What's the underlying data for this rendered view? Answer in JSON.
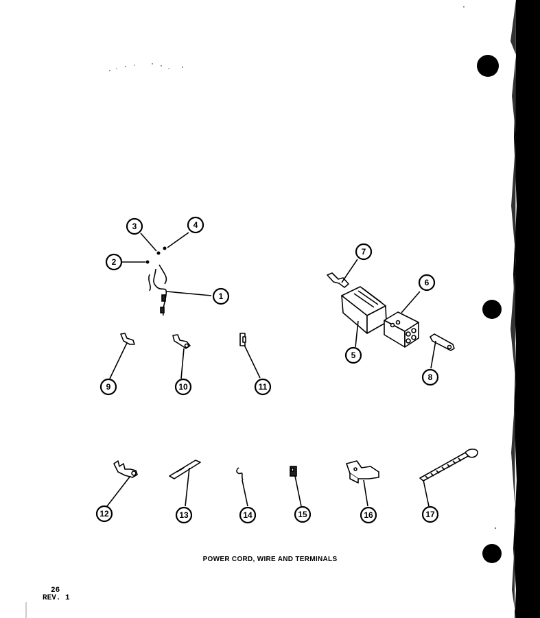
{
  "caption": "POWER CORD, WIRE AND TERMINALS",
  "page_number": "26",
  "revision": "REV. 1",
  "callouts": [
    "1",
    "2",
    "3",
    "4",
    "5",
    "6",
    "7",
    "8",
    "9",
    "10",
    "11",
    "12",
    "13",
    "14",
    "15",
    "16",
    "17"
  ]
}
